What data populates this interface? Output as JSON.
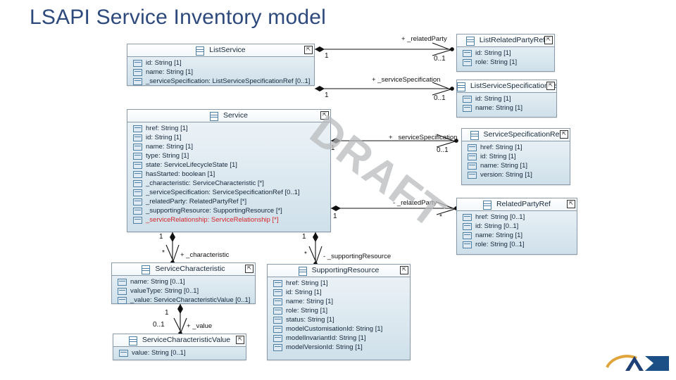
{
  "slide": {
    "title": "LSAPI Service Inventory model",
    "watermark": "DRAFT",
    "title_color": "#2e4a7d",
    "accent_color": "#1f3f77",
    "highlight_attr_color": "#d4262b"
  },
  "classes": [
    {
      "id": "list-service",
      "name": "ListService",
      "icon": "class-icon",
      "corner_marker": "sub-diagram-marker",
      "attributes": [
        {
          "text": "id: String [1]",
          "highlighted": false
        },
        {
          "text": "name: String [1]",
          "highlighted": false
        },
        {
          "text": "_serviceSpecification: ListServiceSpecificationRef [0..1]",
          "highlighted": false
        }
      ]
    },
    {
      "id": "service",
      "name": "Service",
      "icon": "class-icon",
      "corner_marker": "sub-diagram-marker",
      "attributes": [
        {
          "text": "href: String [1]",
          "highlighted": false
        },
        {
          "text": "id: String [1]",
          "highlighted": false
        },
        {
          "text": "name: String [1]",
          "highlighted": false
        },
        {
          "text": "type: String [1]",
          "highlighted": false
        },
        {
          "text": "state: ServiceLifecycleState [1]",
          "highlighted": false
        },
        {
          "text": "hasStarted: boolean [1]",
          "highlighted": false
        },
        {
          "text": "_characteristic: ServiceCharacteristic [*]",
          "highlighted": false
        },
        {
          "text": "_serviceSpecification: ServiceSpecificationRef [0..1]",
          "highlighted": false
        },
        {
          "text": "_relatedParty: RelatedPartyRef [*]",
          "highlighted": false
        },
        {
          "text": "_supportingResource: SupportingResource [*]",
          "highlighted": false
        },
        {
          "text": "_serviceRelationship: ServiceRelationship [*]",
          "highlighted": true
        }
      ]
    },
    {
      "id": "list-related-party-ref",
      "name": "ListRelatedPartyRef",
      "icon": "class-icon",
      "corner_marker": "sub-diagram-marker",
      "attributes": [
        {
          "text": "id: String [1]",
          "highlighted": false
        },
        {
          "text": "role: String [1]",
          "highlighted": false
        }
      ]
    },
    {
      "id": "list-service-specification-ref",
      "name": "ListServiceSpecificationRef",
      "icon": "class-icon",
      "corner_marker": "sub-diagram-marker",
      "attributes": [
        {
          "text": "id: String [1]",
          "highlighted": false
        },
        {
          "text": "name: String [1]",
          "highlighted": false
        }
      ]
    },
    {
      "id": "service-specification-ref",
      "name": "ServiceSpecificationRef",
      "icon": "class-icon",
      "corner_marker": "sub-diagram-marker",
      "attributes": [
        {
          "text": "href: String [1]",
          "highlighted": false
        },
        {
          "text": "id: String [1]",
          "highlighted": false
        },
        {
          "text": "name: String [1]",
          "highlighted": false
        },
        {
          "text": "version: String [1]",
          "highlighted": false
        }
      ]
    },
    {
      "id": "related-party-ref",
      "name": "RelatedPartyRef",
      "icon": "class-icon",
      "corner_marker": "sub-diagram-marker",
      "attributes": [
        {
          "text": "href: String [0..1]",
          "highlighted": false
        },
        {
          "text": "id: String [0..1]",
          "highlighted": false
        },
        {
          "text": "name: String [1]",
          "highlighted": false
        },
        {
          "text": "role: String [0..1]",
          "highlighted": false
        }
      ]
    },
    {
      "id": "service-characteristic",
      "name": "ServiceCharacteristic",
      "icon": "class-icon",
      "corner_marker": "sub-diagram-marker",
      "attributes": [
        {
          "text": "name: String [0..1]",
          "highlighted": false
        },
        {
          "text": "valueType: String [0..1]",
          "highlighted": false
        },
        {
          "text": "_value: ServiceCharacteristicValue [0..1]",
          "highlighted": false
        }
      ]
    },
    {
      "id": "supporting-resource",
      "name": "SupportingResource",
      "icon": "class-icon",
      "corner_marker": "sub-diagram-marker",
      "attributes": [
        {
          "text": "href: String [1]",
          "highlighted": false
        },
        {
          "text": "id: String [1]",
          "highlighted": false
        },
        {
          "text": "name: String [1]",
          "highlighted": false
        },
        {
          "text": "role: String [1]",
          "highlighted": false
        },
        {
          "text": "status: String [1]",
          "highlighted": false
        },
        {
          "text": "modelCustomisationId: String [1]",
          "highlighted": false
        },
        {
          "text": "modelInvariantId: String [1]",
          "highlighted": false
        },
        {
          "text": "modelVersionId: String [1]",
          "highlighted": false
        }
      ]
    },
    {
      "id": "service-characteristic-value",
      "name": "ServiceCharacteristicValue",
      "icon": "class-icon",
      "corner_marker": "sub-diagram-marker",
      "attributes": [
        {
          "text": "value: String [0..1]",
          "highlighted": false
        }
      ]
    }
  ],
  "associations": [
    {
      "id": "ls-lrpr",
      "label": "+ _relatedParty",
      "source": "ListService",
      "target": "ListRelatedPartyRef",
      "source_mult": "1",
      "target_mult": "0..1"
    },
    {
      "id": "ls-lssr",
      "label": "+ _serviceSpecification",
      "source": "ListService",
      "target": "ListServiceSpecificationRef",
      "source_mult": "1",
      "target_mult": "0..1"
    },
    {
      "id": "sv-ssr",
      "label": "+ _serviceSpecification",
      "source": "Service",
      "target": "ServiceSpecificationRef",
      "source_mult": "1",
      "target_mult": "0..1"
    },
    {
      "id": "sv-rpr",
      "label": "- _relatedParty",
      "source": "Service",
      "target": "RelatedPartyRef",
      "source_mult": "1",
      "target_mult": "*"
    },
    {
      "id": "sv-sc",
      "label": "+ _characteristic",
      "source": "Service",
      "target": "ServiceCharacteristic",
      "source_mult": "1",
      "target_mult": "*"
    },
    {
      "id": "sv-sr",
      "label": "- _supportingResource",
      "source": "Service",
      "target": "SupportingResource",
      "source_mult": "1",
      "target_mult": "*"
    },
    {
      "id": "sc-scv",
      "label": "+ _value",
      "source": "ServiceCharacteristic",
      "target": "ServiceCharacteristicValue",
      "source_mult": "1",
      "target_mult": "0..1"
    }
  ]
}
